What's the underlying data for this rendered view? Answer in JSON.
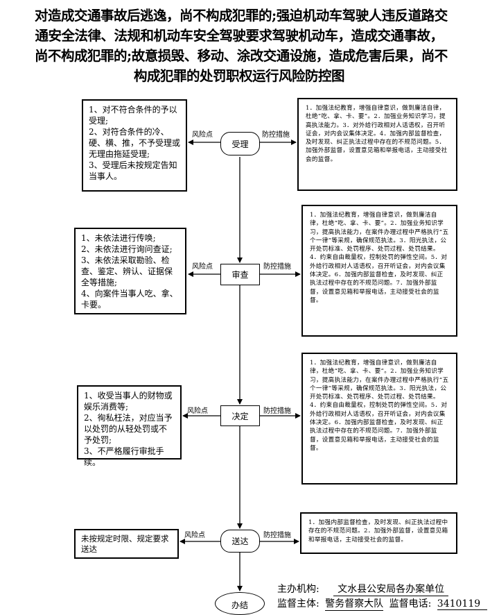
{
  "title": {
    "lines": [
      "对造成交通事故后逃逸，尚不构成犯罪的;强迫机动车驾驶人违反道路交",
      "通安全法律、法规和机动车安全驾驶要求驾驶机动车，造成交通事故，",
      "尚不构成犯罪的;故意损毁、移动、涂改交通设施，造成危害后果，尚不",
      "构成犯罪的处罚职权运行风险防控图"
    ]
  },
  "edge_labels": {
    "risk": "风险点",
    "control": "防控措施"
  },
  "nodes": {
    "accept": "受理",
    "review": "审查",
    "decide": "决定",
    "deliver": "送达",
    "finish": "办结"
  },
  "accept": {
    "risks": [
      "1、对不符合条件的予以受理;",
      "2、对符合条件的冷、硬、横、推，不予受理或无理由拖延受理;",
      "3、受理后未按规定告知当事人。"
    ],
    "measures": "1．加强法纪教育，增强自律意识，做到廉洁自律，杜绝“吃、拿、卡、要”。2．加强业务知识学习，提高执法能力。3．对外给行政相对人话语权，召开听证会，对内会议集体决定。4．加强内部监督检查，及时发现、纠正执法过程中存在的不规范问题。5．加强外部监督，设置意见箱和举报电话，主动接受社会的监督。"
  },
  "review": {
    "risks": [
      "1、未依法进行传唤;",
      "2、未依法进行询问查证;",
      "3、未依法采取勘验、检查、鉴定、辨认、证据保全等措施;",
      "4、向案件当事人吃、拿、卡要。"
    ],
    "measures": "1．加强法纪教育，增强自律意识，做到廉洁自律，杜绝“吃、拿、卡、要”。2．加强业务知识学习，提高执法能力，在案件办理过程中严格执行“五个一律”等采规，确保规范执法。3．阳光执法，公开处罚标准、处罚程序、处罚过程、处罚结果。4．约束自由裁量权，控制处罚的弹性空间。5．对外给行政相对人话语权，召开听证会，对内会议集体决定。6．加强内部监督检查，及时发现、纠正执法过程中存在的不规范问题。7．加强外部监督，设置意见箱和举报电话，主动接受社会的监督。"
  },
  "decide": {
    "risks": [
      "1、收受当事人的财物或娱乐消费等;",
      "2、徇私枉法，对应当予以处罚的从轻处罚或不予处罚;",
      "3、不严格履行审批手续。"
    ],
    "measures": "1．加强法纪教育，增强自律意识，做到廉洁自律，杜绝“吃、拿、卡、要”。2．加强业务知识学习，提高执法能力，在案件办理过程中严格执行“五个一律”等采规，确保规范执法。3．阳光执法，公开处罚标准、处罚程序、处罚过程、处罚结果。4．约束自由裁量权，控制处罚的弹性空间。5．对外给行政相对人话语权，召开听证会，对内会议集体决定。6．加强内部监督检查，及时发现、纠正执法过程中存在的不规范问题。7．加强外部监督，设置意见箱和举报电话，主动接受社会的监督。"
  },
  "deliver": {
    "risks": [
      "未按规定时限、规定要求送达"
    ],
    "measures": "1．加强内部监督检查，及时发现、纠正执法过程中存在的不规范问题。2．加强外部监督，设置意见箱和举报电话，主动接受社会的监督。"
  },
  "footer": {
    "host_label": "主办机构:",
    "host_value": "文水县公安局各办案单位",
    "supervisor_label": "监督主体:",
    "supervisor_value": "警务督察大队",
    "phone_label": "监督电话:",
    "phone_value": "3410119"
  }
}
